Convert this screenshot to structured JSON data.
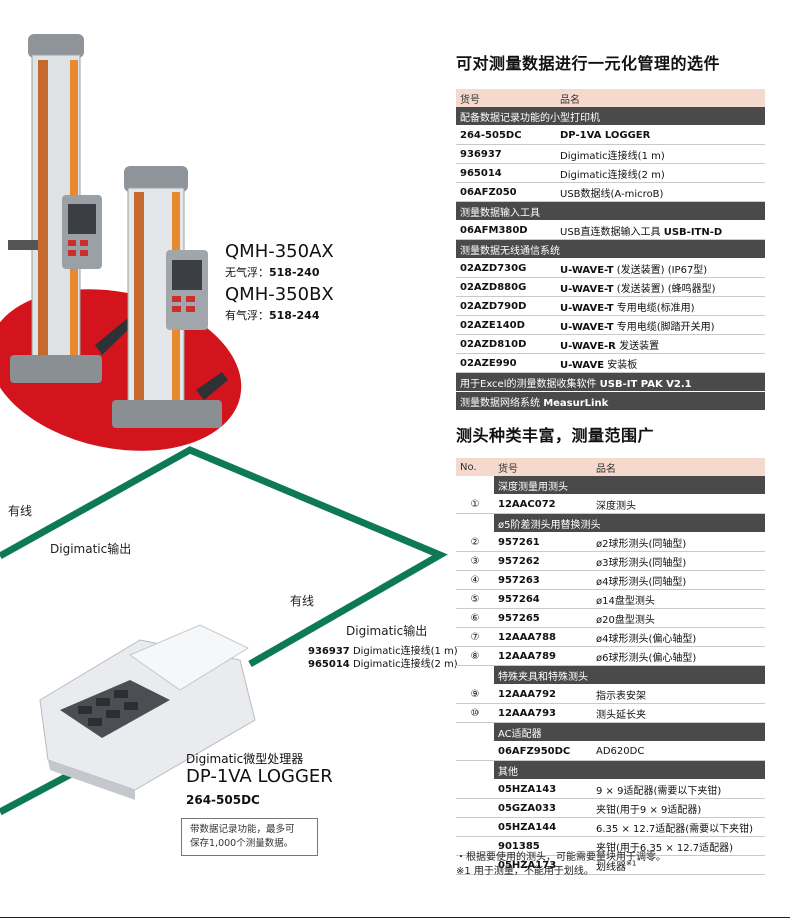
{
  "left": {
    "models": [
      {
        "name": "QMH-350AX",
        "desc_label": "无气浮：",
        "code": "518-240"
      },
      {
        "name": "QMH-350BX",
        "desc_label": "有气浮：",
        "code": "518-244"
      }
    ],
    "wired_1": "有线",
    "digimatic_out_1": "Digimatic输出",
    "wired_2": "有线",
    "digimatic_out_2": "Digimatic输出",
    "cables": [
      {
        "code": "936937",
        "text": "Digimatic连接线(1 m)"
      },
      {
        "code": "965014",
        "text": "Digimatic连接线(2 m)"
      }
    ],
    "processor_sub": "Digimatic微型处理器",
    "processor_name": "DP-1VA LOGGER",
    "processor_code": "264-505DC",
    "processor_note_1": "带数据记录功能，最多可",
    "processor_note_2": "保存1,000个测量数据。"
  },
  "options": {
    "title": "可对测量数据进行一元化管理的选件",
    "headers": [
      "货号",
      "品名"
    ],
    "rows": [
      {
        "type": "cat",
        "text": "配备数据记录功能的小型打印机"
      },
      {
        "type": "item",
        "code": "264-505DC",
        "name": "DP-1VA LOGGER",
        "name_bold": true
      },
      {
        "type": "item",
        "code": "936937",
        "name": "Digimatic连接线(1 m)"
      },
      {
        "type": "item",
        "code": "965014",
        "name": "Digimatic连接线(2 m)"
      },
      {
        "type": "item",
        "code": "06AFZ050",
        "name": "USB数据线(A-microB)"
      },
      {
        "type": "cat",
        "text": "测量数据输入工具"
      },
      {
        "type": "item",
        "code": "06AFM380D",
        "name": "USB直连数据输入工具 ",
        "name_b": "USB-ITN-D"
      },
      {
        "type": "cat",
        "text": "测量数据无线通信系统"
      },
      {
        "type": "item",
        "code": "02AZD730G",
        "name_bpre": "U-WAVE-T",
        "name": " (发送装置) (IP67型)"
      },
      {
        "type": "item",
        "code": "02AZD880G",
        "name_bpre": "U-WAVE-T",
        "name": " (发送装置) (蜂鸣器型)"
      },
      {
        "type": "item",
        "code": "02AZD790D",
        "name_bpre": "U-WAVE-T",
        "name": " 专用电缆(标准用)"
      },
      {
        "type": "item",
        "code": "02AZE140D",
        "name_bpre": "U-WAVE-T",
        "name": " 专用电缆(脚踏开关用)"
      },
      {
        "type": "item",
        "code": "02AZD810D",
        "name_bpre": "U-WAVE-R",
        "name": " 发送装置"
      },
      {
        "type": "item",
        "code": "02AZE990",
        "name_bpre": "U-WAVE",
        "name": " 安装板"
      },
      {
        "type": "cat",
        "text": "用于Excel的测量数据收集软件 ",
        "text_b": "USB-IT PAK V2.1"
      },
      {
        "type": "cat",
        "text": "测量数据网络系统 ",
        "text_b": "MeasurLink"
      }
    ]
  },
  "probes": {
    "title": "测头种类丰富，测量范围广",
    "headers": [
      "No.",
      "货号",
      "品名"
    ],
    "rows": [
      {
        "type": "cat",
        "text": "深度测量用测头"
      },
      {
        "type": "item",
        "no": "①",
        "code": "12AAC072",
        "name": "深度测头"
      },
      {
        "type": "cat",
        "text": "ø5阶差测头用替换测头"
      },
      {
        "type": "item",
        "no": "②",
        "code": "957261",
        "name": "ø2球形测头(同轴型)"
      },
      {
        "type": "item",
        "no": "③",
        "code": "957262",
        "name": "ø3球形测头(同轴型)"
      },
      {
        "type": "item",
        "no": "④",
        "code": "957263",
        "name": "ø4球形测头(同轴型)"
      },
      {
        "type": "item",
        "no": "⑤",
        "code": "957264",
        "name": "ø14盘型测头"
      },
      {
        "type": "item",
        "no": "⑥",
        "code": "957265",
        "name": "ø20盘型测头"
      },
      {
        "type": "item",
        "no": "⑦",
        "code": "12AAA788",
        "name": "ø4球形测头(偏心轴型)"
      },
      {
        "type": "item",
        "no": "⑧",
        "code": "12AAA789",
        "name": "ø6球形测头(偏心轴型)"
      },
      {
        "type": "cat",
        "text": "特殊夹具和特殊测头"
      },
      {
        "type": "item",
        "no": "⑨",
        "code": "12AAA792",
        "name": "指示表安架"
      },
      {
        "type": "item",
        "no": "⑩",
        "code": "12AAA793",
        "name": "测头延长夹"
      },
      {
        "type": "cat",
        "text": "AC适配器"
      },
      {
        "type": "item",
        "no": "",
        "code": "06AFZ950DC",
        "name": "AD620DC"
      },
      {
        "type": "cat",
        "text": "其他"
      },
      {
        "type": "item",
        "no": "",
        "code": "05HZA143",
        "name": "9 × 9适配器(需要以下夹钳)"
      },
      {
        "type": "item",
        "no": "",
        "code": "05GZA033",
        "name": "夹钳(用于9 × 9适配器)"
      },
      {
        "type": "item",
        "no": "",
        "code": "05HZA144",
        "name": "6.35 × 12.7适配器(需要以下夹钳)"
      },
      {
        "type": "item",
        "no": "",
        "code": "901385",
        "name": "夹钳(用于6.35 × 12.7适配器)"
      },
      {
        "type": "item",
        "no": "",
        "code": "05HZA173",
        "name": "划线器",
        "sup": "※1"
      }
    ],
    "note_1": "・根据要使用的测头，可能需要量块用于调零。",
    "note_2": "※1 用于测量，不能用于划线。"
  },
  "colors": {
    "line_green": "#0e7a55",
    "ellipse_red": "#d4141c",
    "header_bg": "#f4d9cc",
    "category_bg": "#4a4a4a"
  }
}
